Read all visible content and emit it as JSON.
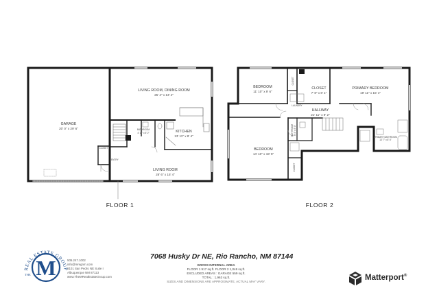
{
  "floors": [
    {
      "label": "FLOOR 1",
      "rooms": [
        {
          "name": "GARAGE",
          "dims": "20' 0\" x 29' 6\""
        },
        {
          "name": "LIVING ROOM, DINING ROOM",
          "dims": "25' 4\" x 13' 4\""
        },
        {
          "name": "BATHROOM",
          "dims": "4' 11\" x 5' 2\""
        },
        {
          "name": "KITCHEN",
          "dims": "13' 11\" x 8' 4\""
        },
        {
          "name": "ENTRY",
          "dims": ""
        },
        {
          "name": "CLOSET",
          "dims": ""
        },
        {
          "name": "LIVING ROOM",
          "dims": "28' 6\" x 15' 4\""
        }
      ]
    },
    {
      "label": "FLOOR 2",
      "rooms": [
        {
          "name": "BEDROOM",
          "dims": "11' 10\" x 9' 6\""
        },
        {
          "name": "CLOSET",
          "dims": ""
        },
        {
          "name": "CLOSET",
          "dims": "7' 8\" x 6' 1\""
        },
        {
          "name": "PRIMARY BEDROOM",
          "dims": "19' 11\" x 15' 1\""
        },
        {
          "name": "HALLWAY",
          "dims": "21' 11\" x 9' 2\""
        },
        {
          "name": "LAUNDRY",
          "dims": ""
        },
        {
          "name": "BATHROOM",
          "dims": "8' 4\" x 5' 0\""
        },
        {
          "name": "PRIMARY BATHROOM",
          "dims": "13' 7\" x 8' 6\""
        },
        {
          "name": "BEDROOM",
          "dims": "14' 10\" x 19' 5\""
        },
        {
          "name": "CLOSET",
          "dims": ""
        }
      ]
    }
  ],
  "property": {
    "address": "7068 Husky Dr NE, Rio Rancho, NM 87144"
  },
  "area_summary": {
    "heading": "GROSS INTERNAL AREA",
    "floors_line": "FLOOR 1 917 sq.ft.    FLOOR 2 1,046 sq.ft.",
    "excluded_line": "EXCLUDED AREAS :   GARAGE 559 sq.ft.",
    "total_line": "TOTAL :   1,963 sq.ft.",
    "disclaimer": "SIZES AND DIMENSIONS ARE APPROXIMATE, ACTUAL MAY VARY."
  },
  "brand": {
    "arc_text": "REAL ESTATE GROUP",
    "the": "THE",
    "letter": "M",
    "contact": [
      "505.247.1002",
      "info@mregnm.com",
      "8101 San Pedro NE Suite I",
      "Albuquerque NM 87113",
      "www.TheMRealEstateGroup.com"
    ],
    "accent_color": "#1f4e8c"
  },
  "matterport": {
    "name": "Matterport",
    "trademark": "®",
    "icon": "matterport-cube-icon"
  }
}
